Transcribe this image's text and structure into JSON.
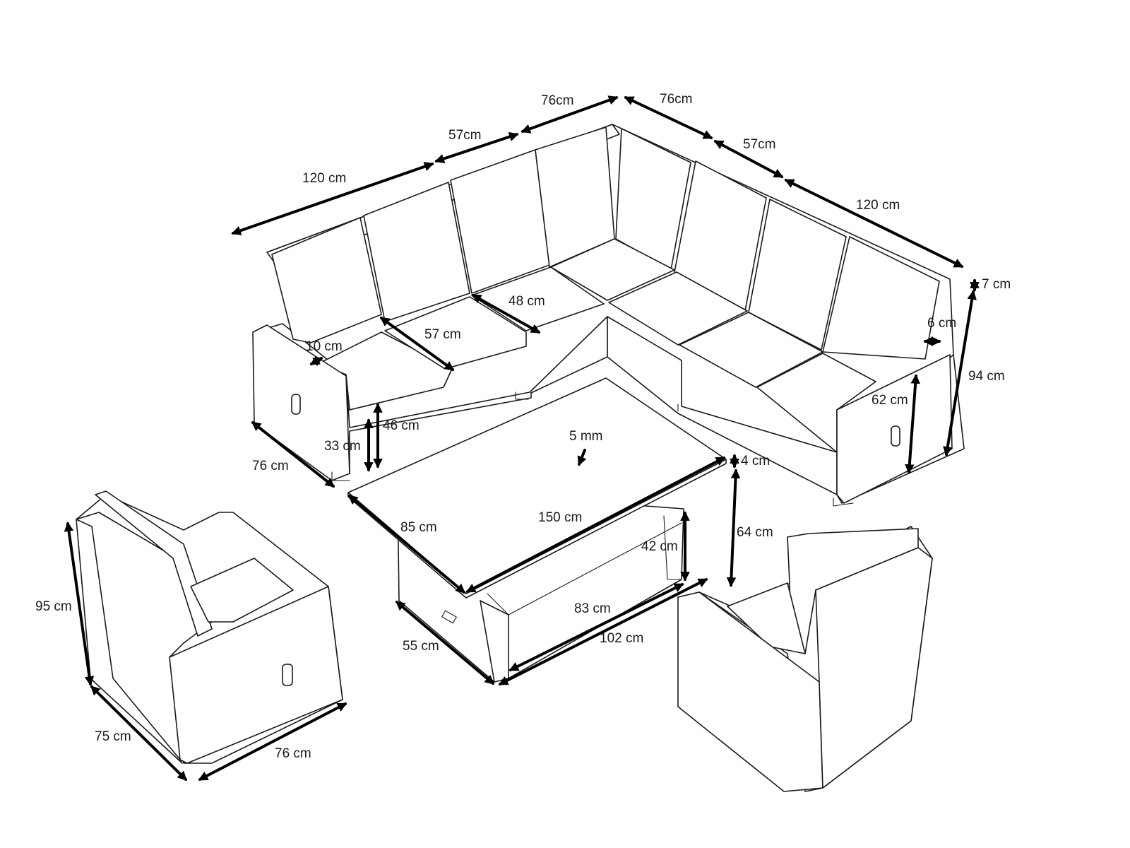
{
  "dimensions": {
    "sofa_left_total": "120 cm",
    "sofa_left_middle": "57cm",
    "sofa_left_corner": "76cm",
    "sofa_right_corner": "76cm",
    "sofa_right_middle": "57cm",
    "sofa_right_total": "120 cm",
    "back_thickness": "7 cm",
    "sofa_height": "94 cm",
    "arm_width_right": "6 cm",
    "arm_height_right": "62 cm",
    "seat_depth_corner": "48 cm",
    "seat_width": "57 cm",
    "arm_width_left": "10 cm",
    "seat_height": "46 cm",
    "seat_base_height": "33 cm",
    "sofa_depth": "76 cm",
    "glass_thickness": "5 mm",
    "table_top_thickness": "4 cm",
    "table_depth": "85 cm",
    "table_length": "150 cm",
    "table_height": "64 cm",
    "table_lift_height": "42 cm",
    "table_base_length": "83 cm",
    "table_base_depth": "55 cm",
    "table_frame_length": "102 cm",
    "chair_height": "95 cm",
    "chair_depth": "75 cm",
    "chair_width": "76 cm"
  }
}
